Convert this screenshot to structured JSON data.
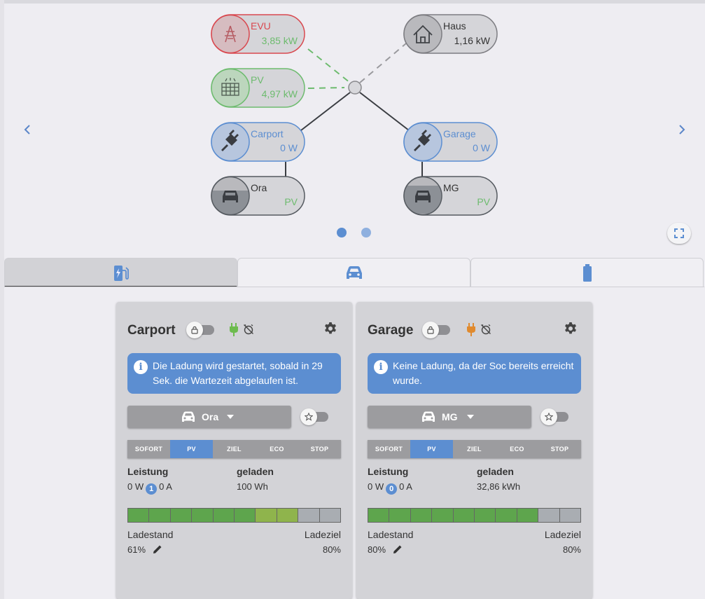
{
  "flow": {
    "evu": {
      "label": "EVU",
      "value": "3,85 kW"
    },
    "pv": {
      "label": "PV",
      "value": "4,97 kW"
    },
    "haus": {
      "label": "Haus",
      "value": "1,16 kW"
    },
    "carport": {
      "label": "Carport",
      "value": "0 W"
    },
    "garage": {
      "label": "Garage",
      "value": "0 W"
    },
    "ora": {
      "label": "Ora",
      "value": "PV"
    },
    "mg": {
      "label": "MG",
      "value": "PV"
    }
  },
  "colors": {
    "evu": "#d9484f",
    "pv": "#6dbb6e",
    "chargepoint": "#5c8ed1",
    "neutral": "#555a60",
    "accent": "#5c8ed1",
    "soc_filled": "#5ea54d",
    "soc_target": "#8fb44c",
    "soc_empty": "#a9adb2",
    "plug_green": "#6dbb4e",
    "plug_orange": "#e08a2e"
  },
  "tabs": [
    {
      "icon": "charging-station-icon",
      "active": true
    },
    {
      "icon": "car-icon",
      "active": false
    },
    {
      "icon": "battery-icon",
      "active": false
    }
  ],
  "cards": [
    {
      "title": "Carport",
      "plug_icon": "plug-green-icon",
      "info": "Die Ladung wird gestartet, sobald in 29 Sek. die Wartezeit abgelaufen ist.",
      "vehicle": "Ora",
      "modes": [
        "SOFORT",
        "PV",
        "ZIEL",
        "ECO",
        "STOP"
      ],
      "active_mode": "PV",
      "leistung_label": "Leistung",
      "leistung_power": "0 W",
      "phases": "1",
      "leistung_current": "0 A",
      "geladen_label": "geladen",
      "geladen_value": "100 Wh",
      "soc_percent": 61,
      "target_percent": 80,
      "ladestand_label": "Ladestand",
      "ladestand_value": "61%",
      "ladeziel_label": "Ladeziel",
      "ladeziel_value": "80%"
    },
    {
      "title": "Garage",
      "plug_icon": "plug-orange-icon",
      "info": "Keine Ladung, da der Soc bereits erreicht wurde.",
      "vehicle": "MG",
      "modes": [
        "SOFORT",
        "PV",
        "ZIEL",
        "ECO",
        "STOP"
      ],
      "active_mode": "PV",
      "leistung_label": "Leistung",
      "leistung_power": "0 W",
      "phases": "0",
      "leistung_current": "0 A",
      "geladen_label": "geladen",
      "geladen_value": "32,86 kWh",
      "soc_percent": 80,
      "target_percent": 80,
      "ladestand_label": "Ladestand",
      "ladestand_value": "80%",
      "ladeziel_label": "Ladeziel",
      "ladeziel_value": "80%"
    }
  ]
}
